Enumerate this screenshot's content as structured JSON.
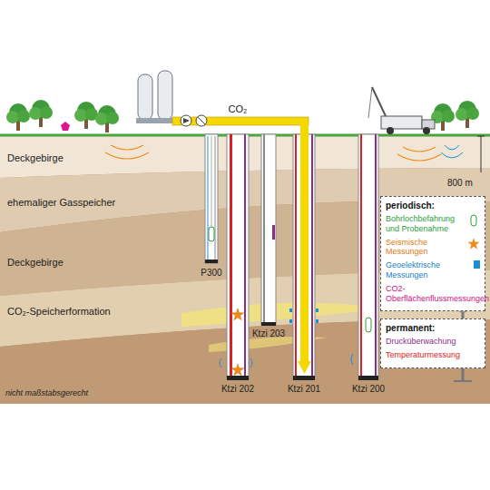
{
  "diagram": {
    "nodes": [
      {
        "text": [
          "periodisch:"
        ]
      },
      {
        "text": [
          "permanent:"
        ]
      }
    ],
    "labels": [
      "CO₂",
      "Deckgebirge",
      "ehemaliger Gasspeicher",
      "Deckgebirge",
      "CO₂-Speicherformation",
      "P300",
      "Ktzi 203",
      "Ktzi 202",
      "Ktzi 201",
      "Ktzi 200",
      "800 m",
      "nicht maßstabsgerecht"
    ],
    "legend": [
      {
        "text": "Bohrlochbefahrung und Probenahme"
      },
      {
        "text": "Seismische Messungen"
      },
      {
        "text": "Geoelektrische Messungen",
        "color": "#1a8fd6"
      },
      {
        "text": "CO2-Oberflächenflussmessungen"
      },
      {
        "text": "Drucküberwachung"
      },
      {
        "text": "Temperaturmessung"
      }
    ]
  }
}
